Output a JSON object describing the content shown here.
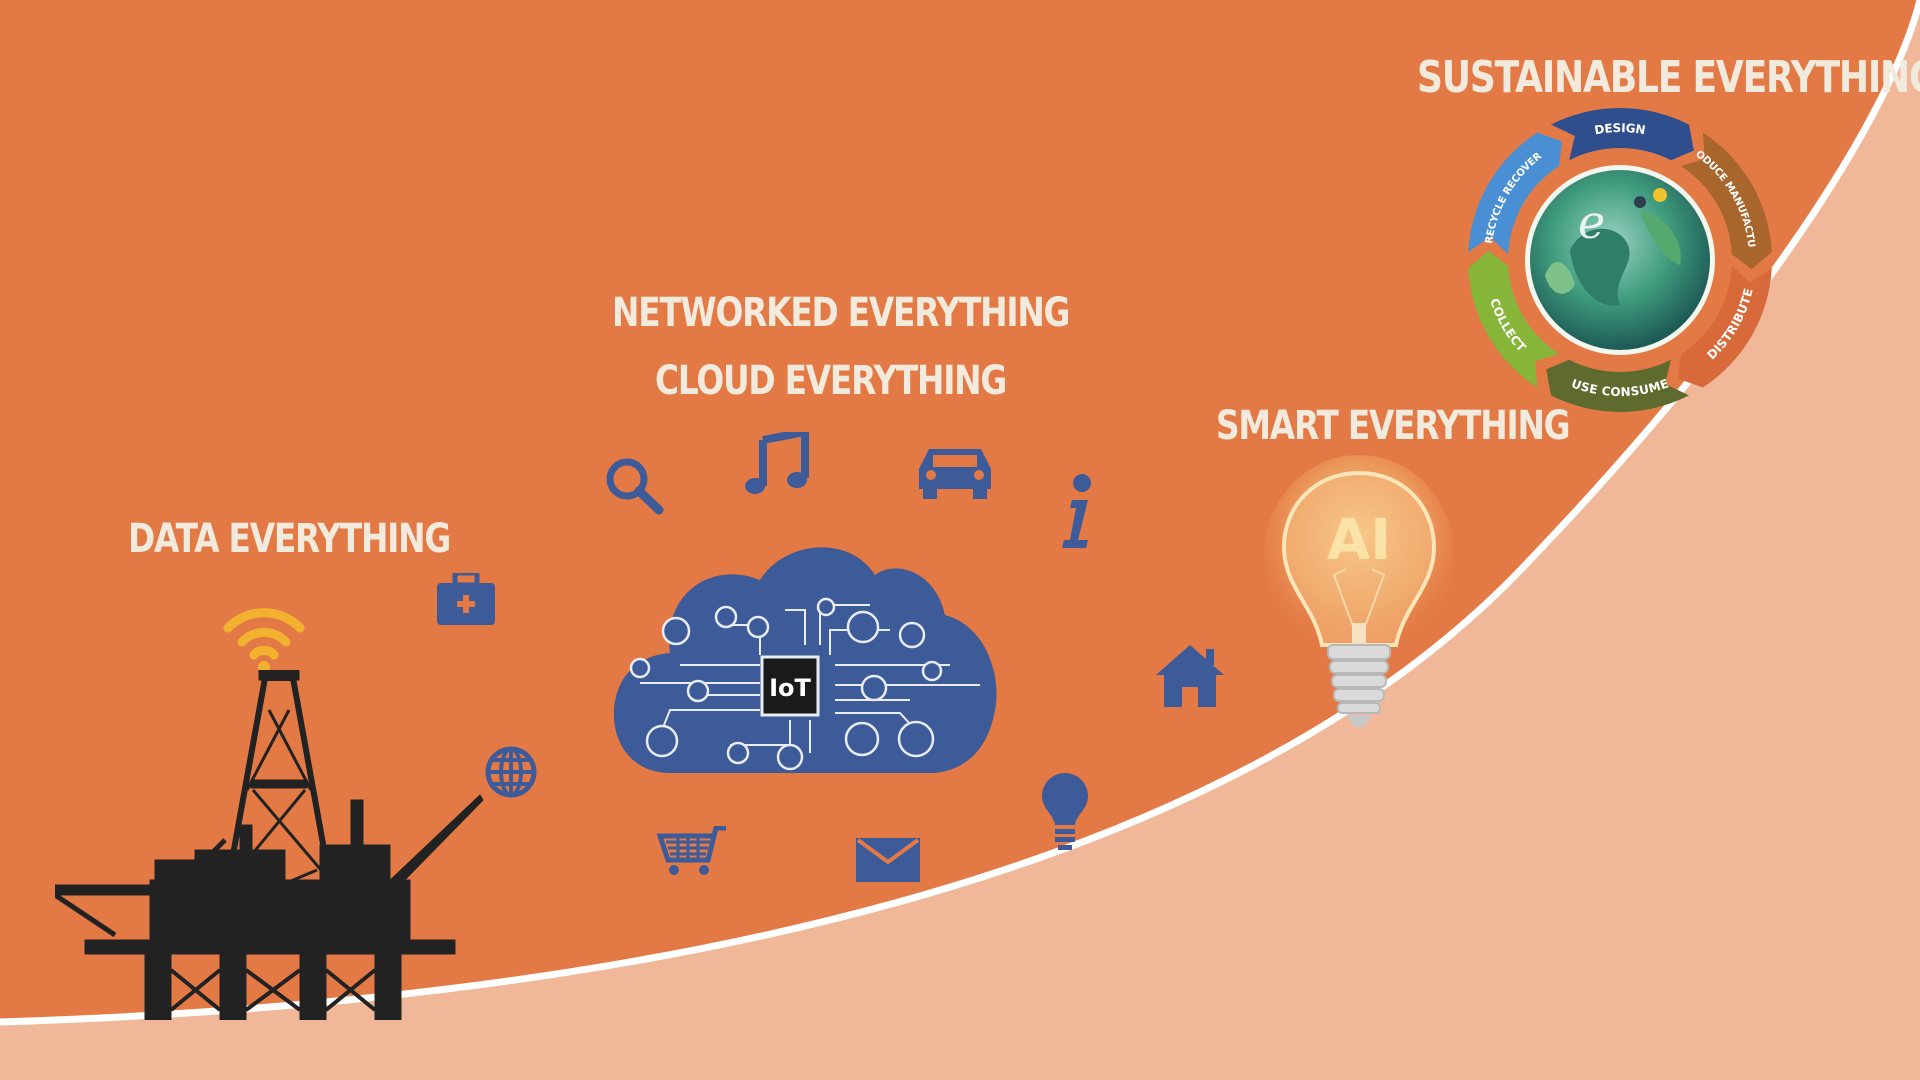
{
  "labels": {
    "data": "DATA EVERYTHING",
    "networked": "NETWORKED EVERYTHING",
    "cloud": "CLOUD EVERYTHING",
    "smart": "SMART EVERYTHING",
    "sustainable": "SUSTAINABLE EVERYTHING"
  },
  "iot": {
    "chip": "IoT"
  },
  "bulb": {
    "text": "AI"
  },
  "cycle": {
    "segments": [
      {
        "label": "DESIGN",
        "color": "#2E4E8E"
      },
      {
        "label": "PRODUCE MANUFACTURE",
        "color": "#A8662C"
      },
      {
        "label": "DISTRIBUTE",
        "color": "#D8693A"
      },
      {
        "label": "USE CONSUME",
        "color": "#5F6B2E"
      },
      {
        "label": "COLLECT",
        "color": "#86B53A"
      },
      {
        "label": "RECYCLE RECOVER",
        "color": "#4A8FD4"
      }
    ],
    "center_mark": "e"
  },
  "icons": [
    "search-icon",
    "music-icon",
    "car-icon",
    "info-icon",
    "medical-kit-icon",
    "globe-icon",
    "home-icon",
    "shopping-cart-icon",
    "mail-icon",
    "lightbulb-icon",
    "wifi-icon",
    "oil-rig-icon"
  ],
  "colors": {
    "background": "#E37A45",
    "lower_band": "#F0B898",
    "icon_blue": "#3D5A99",
    "text": "#F2EBDD"
  }
}
